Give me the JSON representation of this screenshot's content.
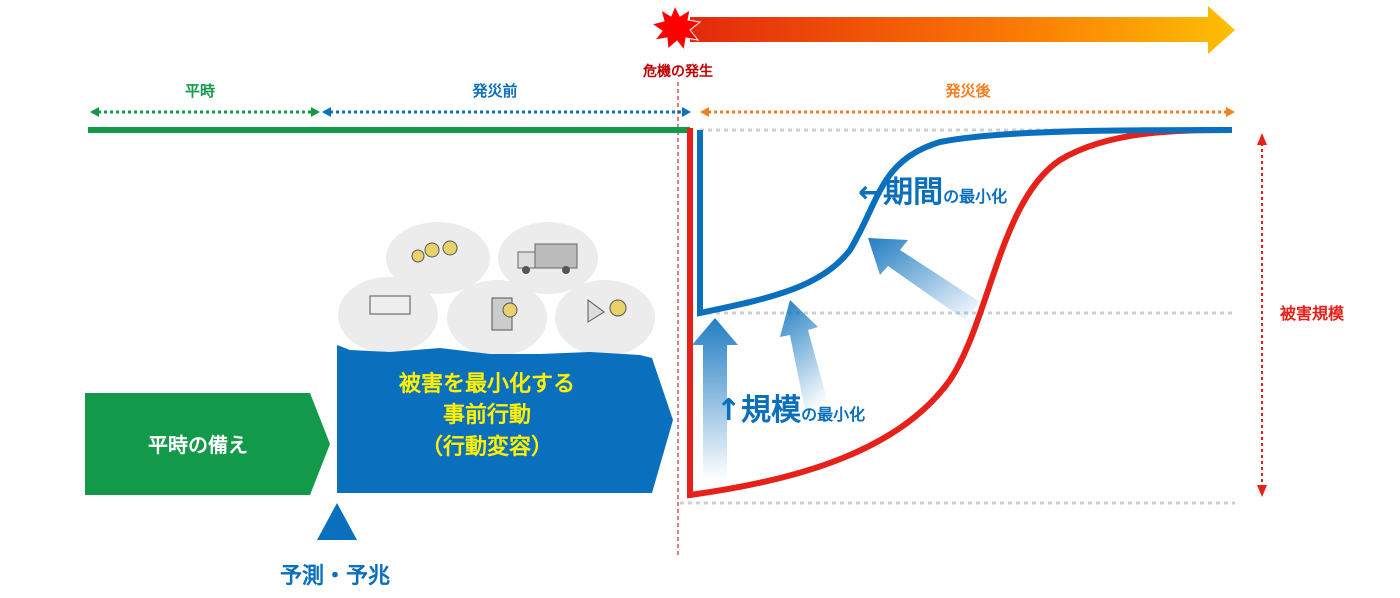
{
  "timeline": {
    "normal_label": "平時",
    "pre_disaster_label": "発災前",
    "crisis_label": "危機の発生",
    "post_disaster_label": "発災後"
  },
  "axis": {
    "damage_scale_label": "被害規模"
  },
  "blocks": {
    "normal_prep": "平時の備え",
    "pre_action_line1": "被害を最小化する",
    "pre_action_line2": "事前行動",
    "pre_action_line3": "（行動変容）"
  },
  "forecast_label": "予測・予兆",
  "annotations": {
    "duration_main": "←期間",
    "duration_suffix": "の最小化",
    "scale_main": "↑規模",
    "scale_suffix": "の最小化"
  },
  "colors": {
    "green": "#13994a",
    "blue": "#0a6fbd",
    "red": "#e5211a",
    "orange": "#f57e20",
    "yellow": "#fff100",
    "dark_red": "#c00000"
  }
}
